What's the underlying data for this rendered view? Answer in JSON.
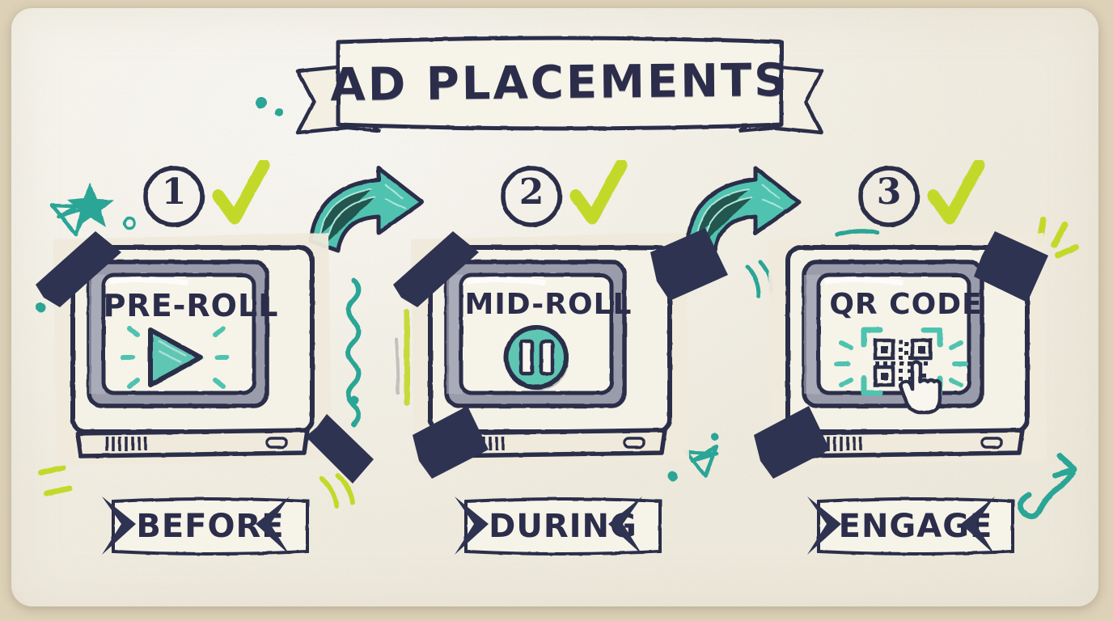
{
  "page": {
    "title": "AD PLACEMENTS",
    "background_color": "#ddd2b8",
    "paper_color": "#f4f0e4"
  },
  "palette": {
    "ink": "#2b2d4a",
    "teal": "#4fc3b0",
    "teal_dark": "#2aa596",
    "lime": "#c3d92c",
    "tape": "#2f3352",
    "screen": "#f2efe4",
    "bezel": "#9a9cab"
  },
  "banner": {
    "title": "AD PLACEMENTS"
  },
  "steps": [
    {
      "number": "1",
      "check_icon": "check-icon",
      "screen_label": "PRE-ROLL",
      "media_icon": "play-icon",
      "caption": "BEFORE"
    },
    {
      "number": "2",
      "check_icon": "check-icon",
      "screen_label": "MID-ROLL",
      "media_icon": "pause-icon",
      "caption": "DURING"
    },
    {
      "number": "3",
      "check_icon": "check-icon",
      "screen_label": "QR CODE",
      "media_icon": "qr-code-icon",
      "caption": "ENGAGE"
    }
  ],
  "connectors": [
    {
      "icon": "curved-arrow-icon",
      "from": "1",
      "to": "2"
    },
    {
      "icon": "curved-arrow-icon",
      "from": "2",
      "to": "3"
    }
  ],
  "decorations": [
    {
      "icon": "star-outline-icon",
      "color": "#2aa596"
    },
    {
      "icon": "star-filled-icon",
      "color": "#2aa596"
    },
    {
      "icon": "squiggle-icon",
      "color": "#2aa596"
    },
    {
      "icon": "dash-stroke-icon",
      "color": "#c3d92c"
    },
    {
      "icon": "sparkle-lines-icon",
      "color": "#c3d92c"
    },
    {
      "icon": "curly-arrow-icon",
      "color": "#2aa596"
    },
    {
      "icon": "dot-icon",
      "color": "#2aa596"
    },
    {
      "icon": "tape-strip-icon",
      "color": "#2f3352"
    }
  ]
}
